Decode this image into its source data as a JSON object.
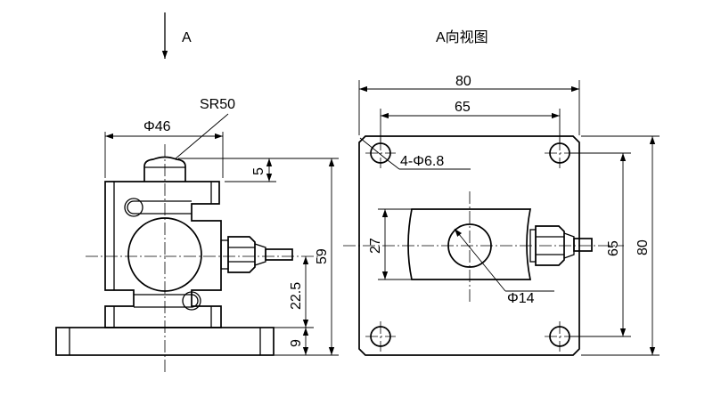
{
  "labels": {
    "direction_arrow": "A",
    "view_title": "A向视图",
    "sphere_radius": "SR50",
    "cap_diameter": "Φ46",
    "cap_height": "5",
    "total_height": "59",
    "center_height": "22.5",
    "base_height": "9",
    "plate_width": "80",
    "hole_spacing_x": "65",
    "mount_holes": "4-Φ6.8",
    "slot_height": "27",
    "hole_spacing_y": "65",
    "plate_height": "80",
    "center_hole": "Φ14"
  }
}
